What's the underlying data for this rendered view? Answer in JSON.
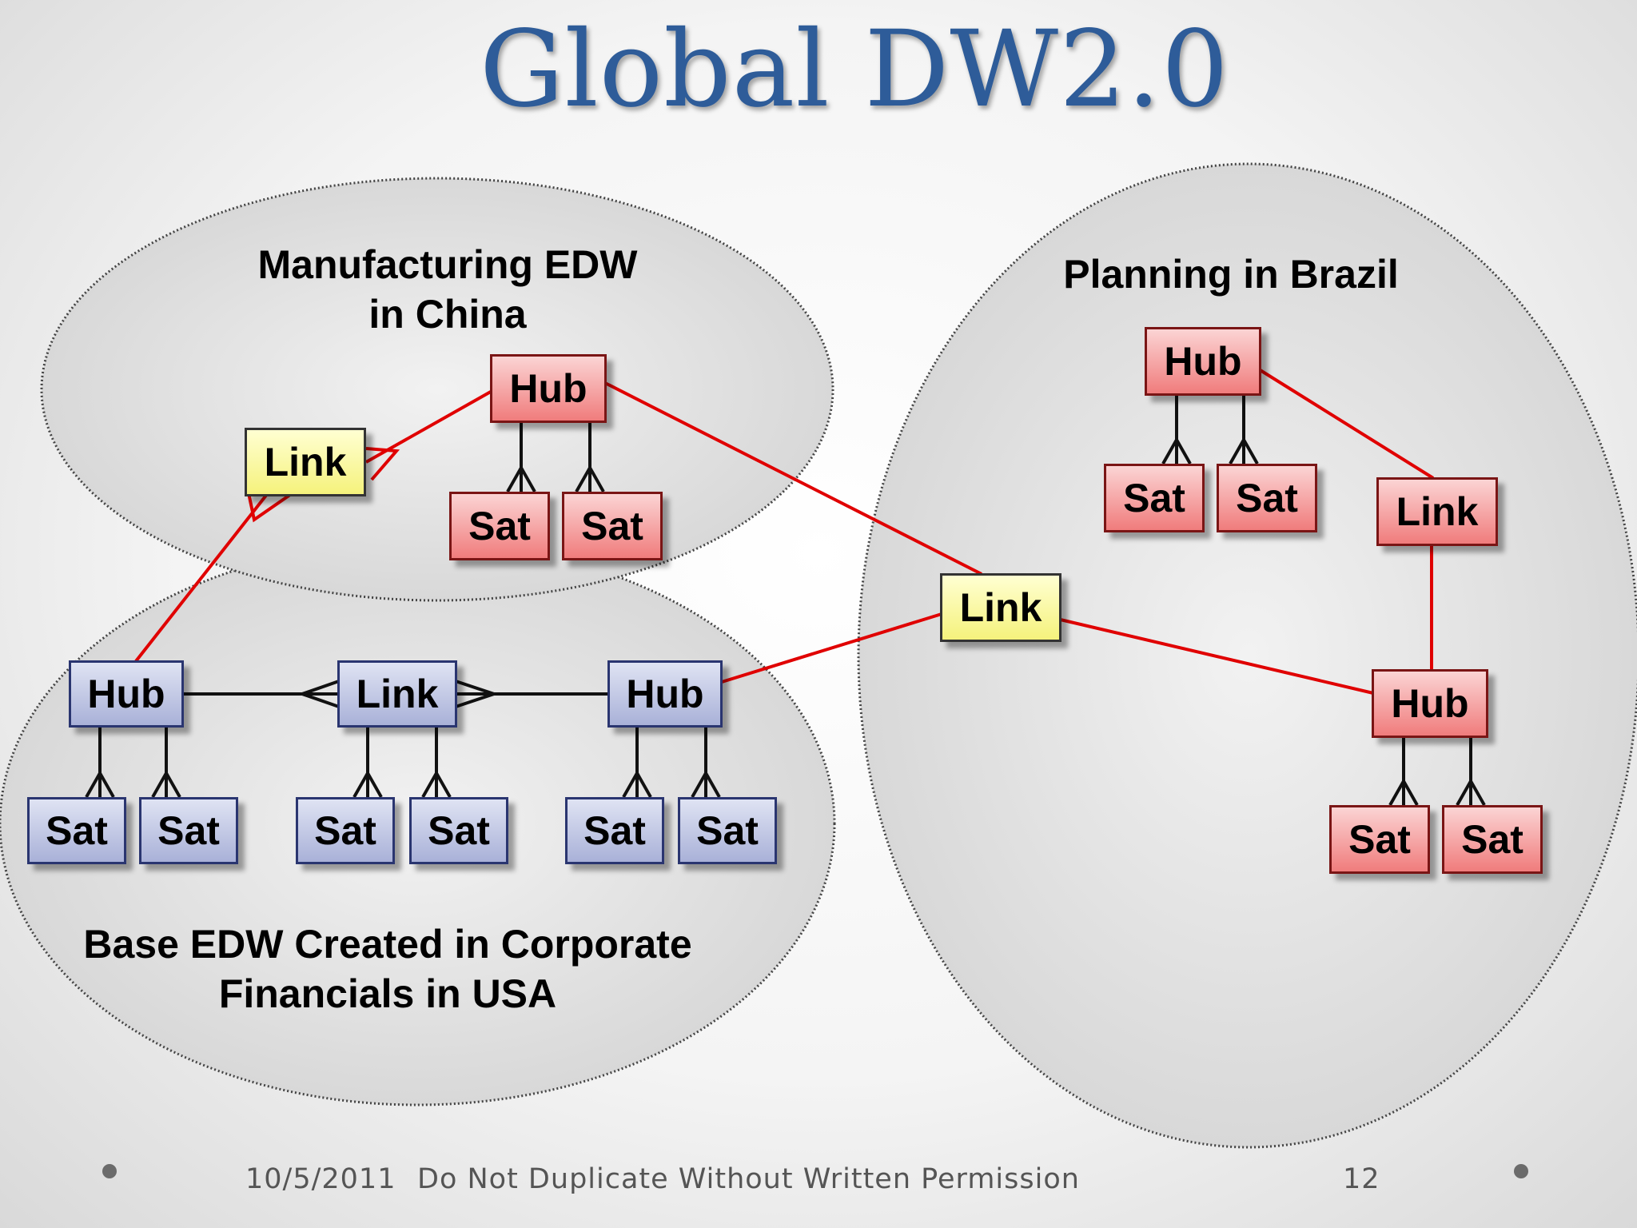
{
  "title": "Global DW2.0",
  "regions": {
    "china": [
      "Manufacturing EDW",
      "in China"
    ],
    "brazil": [
      "Planning in Brazil"
    ],
    "usa": [
      "Base EDW Created in Corporate",
      "Financials in USA"
    ]
  },
  "labels": {
    "hub": "Hub",
    "link": "Link",
    "sat": "Sat"
  },
  "colors": {
    "title": "#2e5c99",
    "usa_nodes": "#a9b1d8",
    "remote_nodes": "#f07c7c",
    "link_nodes": "#f5f27c",
    "connector": "#e00000"
  },
  "footer": {
    "date": "10/5/2011",
    "notice": "Do Not Duplicate Without Written Permission",
    "page": "12"
  }
}
